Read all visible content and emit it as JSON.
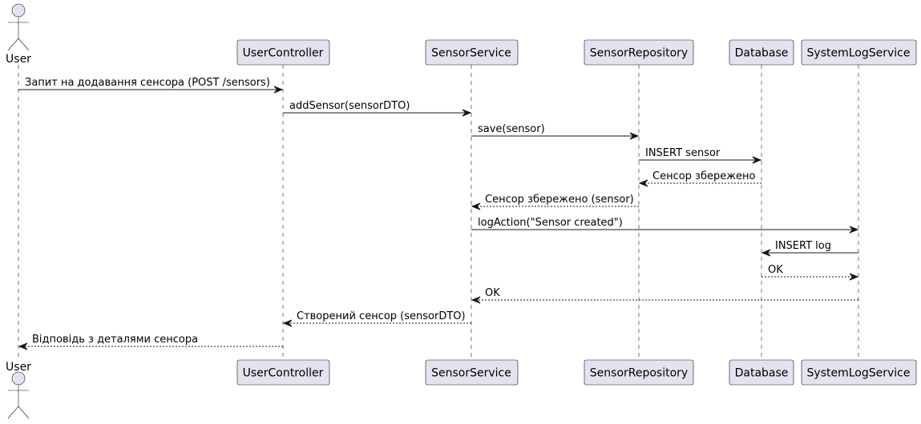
{
  "participants": [
    {
      "id": "user",
      "kind": "actor",
      "label": "User"
    },
    {
      "id": "usercontroller",
      "kind": "participant",
      "label": "UserController"
    },
    {
      "id": "sensorservice",
      "kind": "participant",
      "label": "SensorService"
    },
    {
      "id": "sensorrepository",
      "kind": "participant",
      "label": "SensorRepository"
    },
    {
      "id": "database",
      "kind": "participant",
      "label": "Database"
    },
    {
      "id": "systemlogservice",
      "kind": "participant",
      "label": "SystemLogService"
    }
  ],
  "messages": [
    {
      "from": "user",
      "to": "usercontroller",
      "label": "Запит на додавання сенсора (POST /sensors)",
      "style": "solid"
    },
    {
      "from": "usercontroller",
      "to": "sensorservice",
      "label": "addSensor(sensorDTO)",
      "style": "solid"
    },
    {
      "from": "sensorservice",
      "to": "sensorrepository",
      "label": "save(sensor)",
      "style": "solid"
    },
    {
      "from": "sensorrepository",
      "to": "database",
      "label": "INSERT sensor",
      "style": "solid"
    },
    {
      "from": "database",
      "to": "sensorrepository",
      "label": "Сенсор збережено",
      "style": "dashed"
    },
    {
      "from": "sensorrepository",
      "to": "sensorservice",
      "label": "Сенсор збережено (sensor)",
      "style": "dashed"
    },
    {
      "from": "sensorservice",
      "to": "systemlogservice",
      "label": "logAction(\"Sensor created\")",
      "style": "solid"
    },
    {
      "from": "systemlogservice",
      "to": "database",
      "label": "INSERT log",
      "style": "solid"
    },
    {
      "from": "database",
      "to": "systemlogservice",
      "label": "OK",
      "style": "dashed"
    },
    {
      "from": "systemlogservice",
      "to": "sensorservice",
      "label": "OK",
      "style": "dashed"
    },
    {
      "from": "sensorservice",
      "to": "usercontroller",
      "label": "Створений сенсор (sensorDTO)",
      "style": "dashed"
    },
    {
      "from": "usercontroller",
      "to": "user",
      "label": "Відповідь з деталями сенсора",
      "style": "dashed"
    }
  ],
  "colors": {
    "participant_fill": "#E2E2F0",
    "line": "#181818",
    "text": "#000000"
  }
}
